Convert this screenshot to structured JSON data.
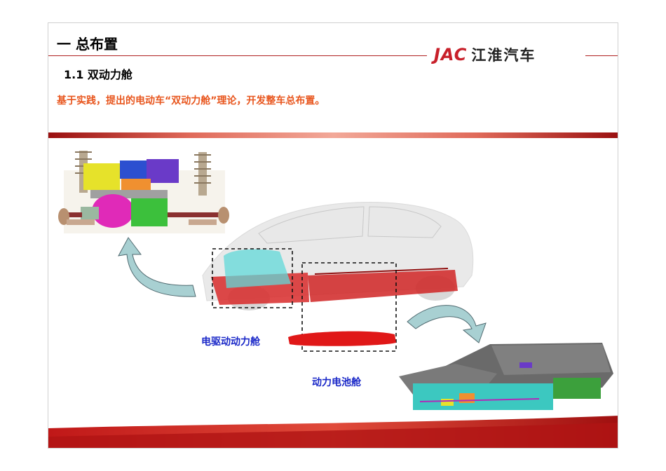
{
  "slide": {
    "title": "一  总布置",
    "subtitle": "1.1 双动力舱",
    "intro": "基于实践，提出的电动车“双动力舱”理论，开发整车总布置。"
  },
  "logo": {
    "brand": "JAC",
    "chinese": "江淮汽车"
  },
  "labels": {
    "motor_bay": "电驱动动力舱",
    "battery_bay": "动力电池舱"
  },
  "colors": {
    "accent_red": "#c8202a",
    "intro_orange": "#e8561e",
    "label_blue": "#1a28c8"
  },
  "icons": [
    "drivetrain-assembly-image",
    "car-chassis-image",
    "battery-pack-image",
    "curved-arrow-icon"
  ]
}
